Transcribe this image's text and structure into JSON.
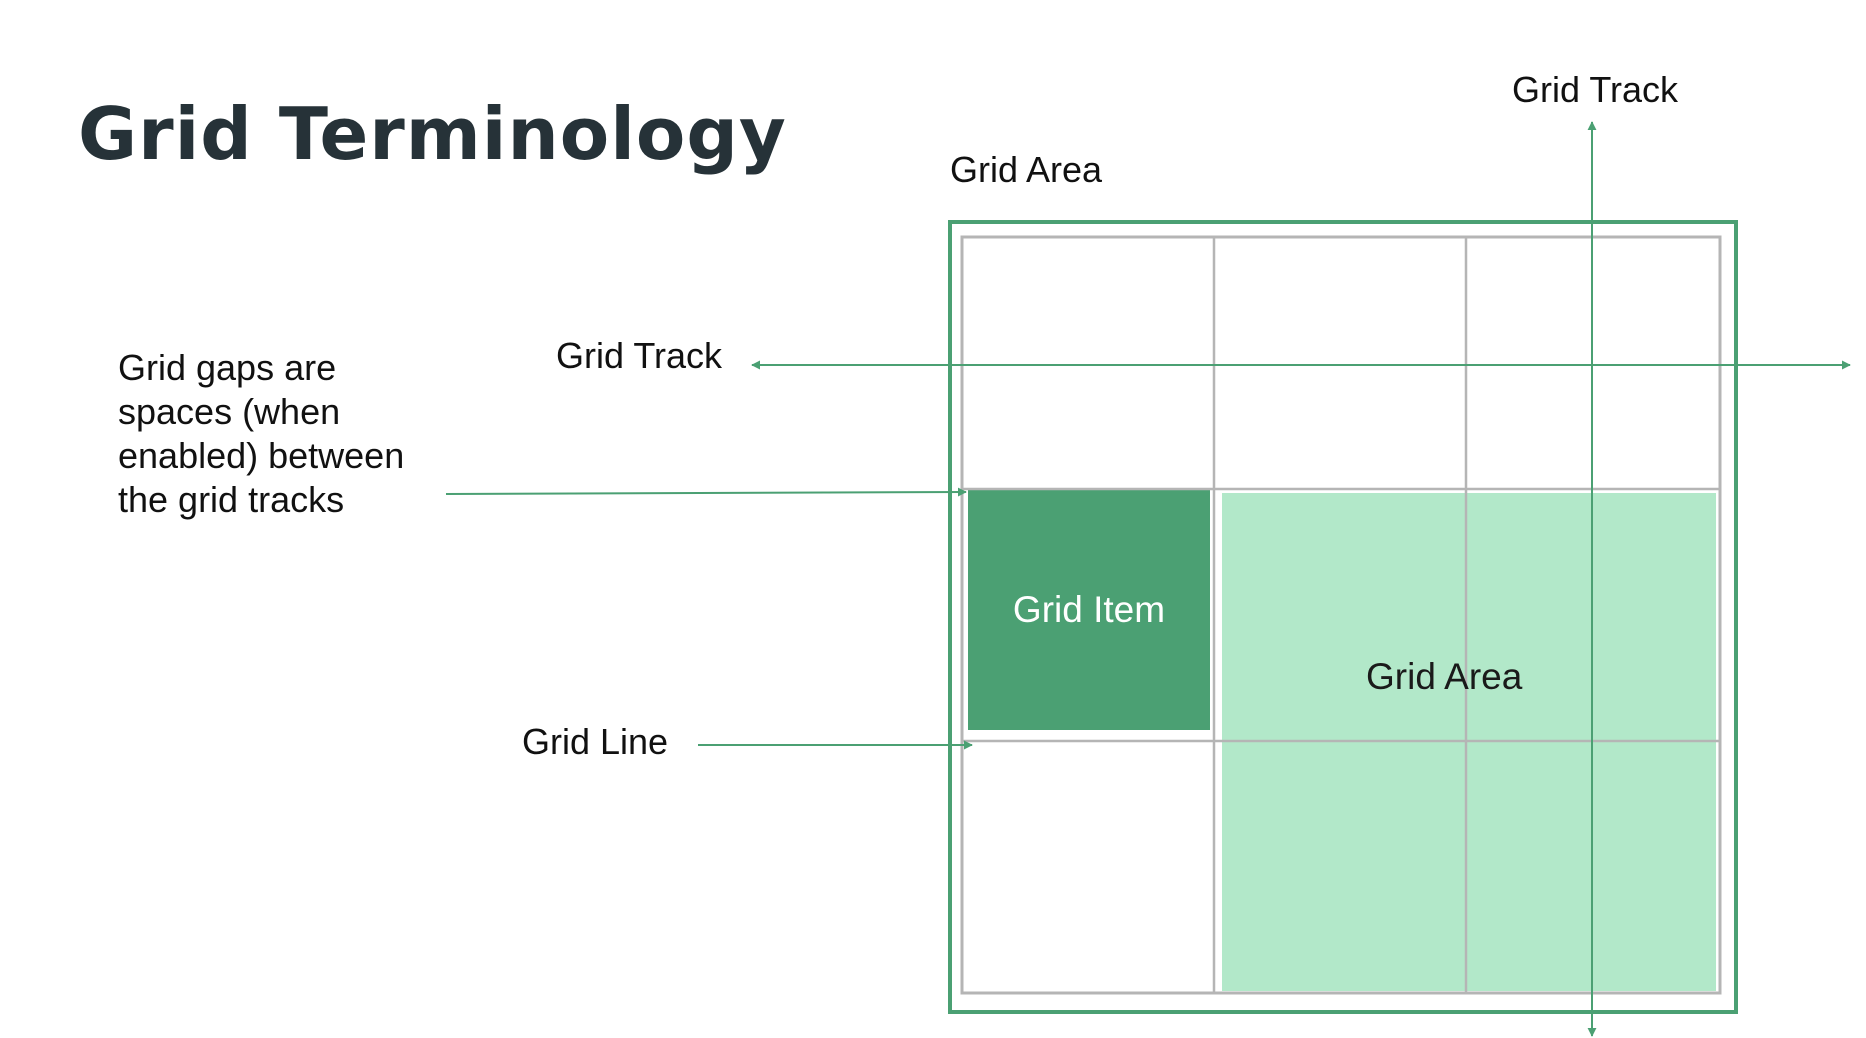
{
  "title": "Grid Terminology",
  "labels": {
    "grid_track_top": "Grid Track",
    "grid_area_top": "Grid Area",
    "grid_track_left": "Grid Track",
    "grid_line": "Grid Line",
    "grid_item": "Grid Item",
    "grid_area_inner": "Grid Area"
  },
  "gap_description": {
    "lines": [
      "Grid gaps are",
      "spaces (when",
      "enabled) between",
      "the grid tracks"
    ]
  },
  "colors": {
    "accent_green": "#4ba073",
    "grid_item_fill": "#4ba073",
    "grid_area_fill": "#b2e8c9",
    "grid_line_gray": "#b5b5b5",
    "title_text": "#263238"
  }
}
